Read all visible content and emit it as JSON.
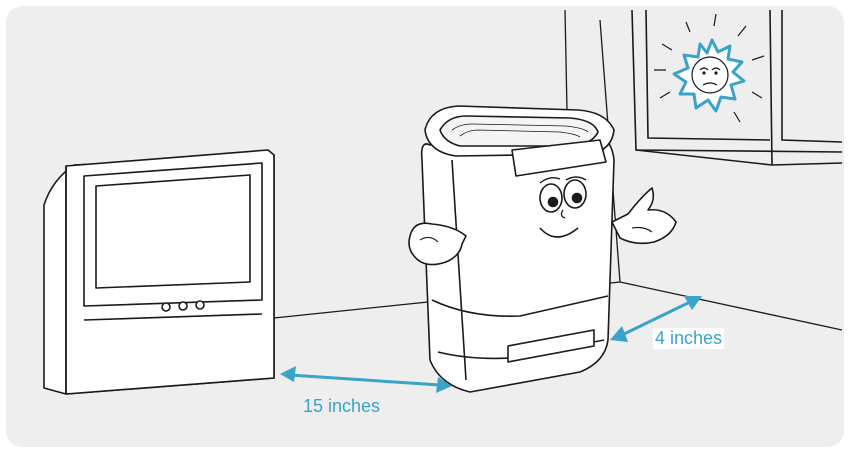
{
  "labels": {
    "tv_distance": "15 inches",
    "wall_distance": "4 inches"
  },
  "colors": {
    "accent": "#3aa4c8",
    "line": "#1a1a1a",
    "background": "#eeeeee",
    "fill": "#ffffff"
  },
  "icons": [
    "television",
    "air-purifier-mascot",
    "sun",
    "window",
    "double-arrow"
  ]
}
